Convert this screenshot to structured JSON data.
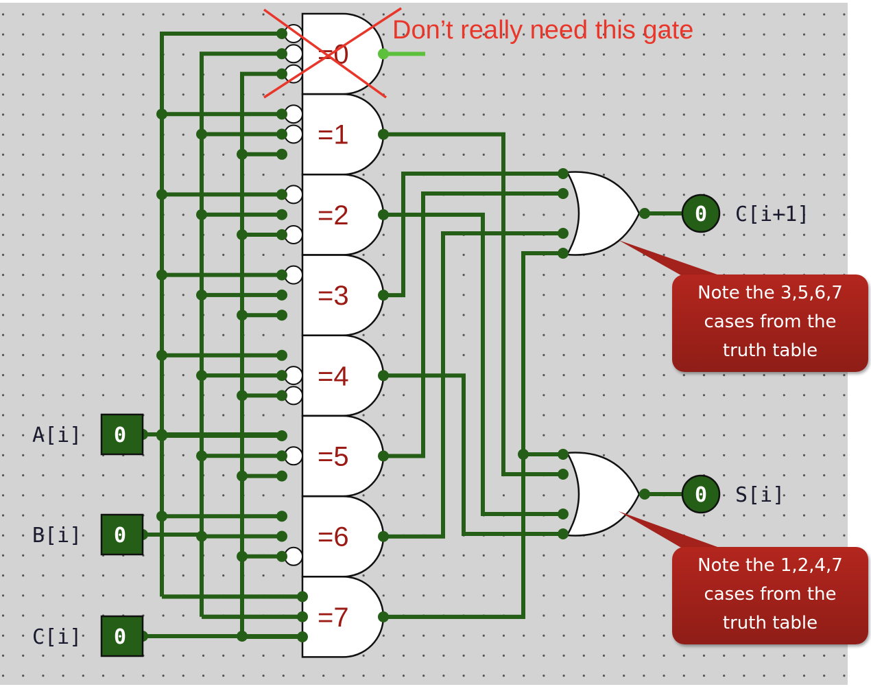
{
  "colors": {
    "canvas": "#d3d3d3",
    "wire": "#255e16",
    "wire_active": "#5cc03c",
    "gate_fill": "#ffffff",
    "gate_label": "#9b1b14",
    "annotation": "#e8372a",
    "callout": "#a3221b"
  },
  "inputs": [
    {
      "id": "A",
      "label": "A[i]",
      "value": "0"
    },
    {
      "id": "B",
      "label": "B[i]",
      "value": "0"
    },
    {
      "id": "C",
      "label": "C[i]",
      "value": "0"
    }
  ],
  "and_gates": [
    {
      "label": "=0",
      "inverted": [
        "A",
        "B",
        "C"
      ],
      "crossed_out": true
    },
    {
      "label": "=1",
      "inverted": [
        "A",
        "B"
      ]
    },
    {
      "label": "=2",
      "inverted": [
        "A",
        "C"
      ]
    },
    {
      "label": "=3",
      "inverted": [
        "A"
      ]
    },
    {
      "label": "=4",
      "inverted": [
        "B",
        "C"
      ]
    },
    {
      "label": "=5",
      "inverted": [
        "B"
      ]
    },
    {
      "label": "=6",
      "inverted": [
        "C"
      ]
    },
    {
      "label": "=7",
      "inverted": []
    }
  ],
  "or_gates": [
    {
      "id": "carry",
      "inputs_from": [
        3,
        5,
        6,
        7
      ],
      "output_label": "C[i+1]",
      "output_value": "0"
    },
    {
      "id": "sum",
      "inputs_from": [
        7,
        1,
        2,
        4
      ],
      "output_label": "S[i]",
      "output_value": "0"
    }
  ],
  "annotation": {
    "text": "Don’t really need this gate"
  },
  "callouts": [
    {
      "id": "carry-note",
      "lines": [
        "Note the 3,5,6,7",
        "cases from the",
        "truth table"
      ]
    },
    {
      "id": "sum-note",
      "lines": [
        "Note the 1,2,4,7",
        "cases from the",
        "truth table"
      ]
    }
  ]
}
